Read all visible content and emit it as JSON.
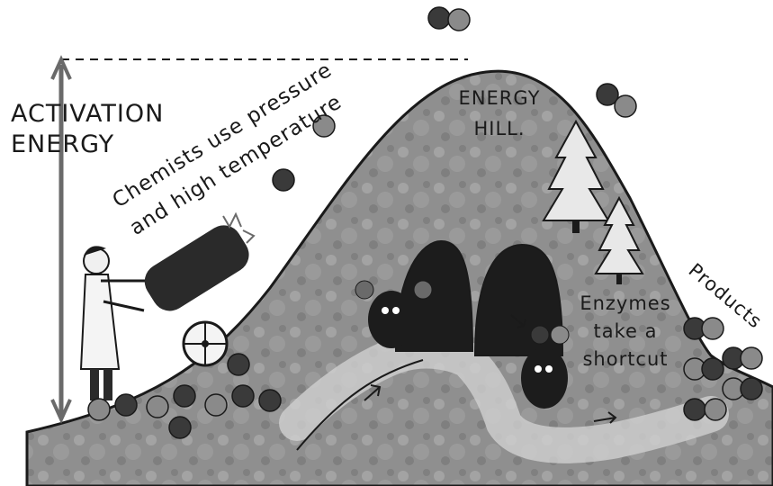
{
  "labels": {
    "activation_line1": "ACTIVATION",
    "activation_line2": "ENERGY",
    "hill_line1": "ENERGY",
    "hill_line2": "HILL.",
    "chemists_line1": "Chemists use pressure",
    "chemists_line2": "and high temperature",
    "enzymes_line1": "Enzymes",
    "enzymes_line2": "take a",
    "enzymes_line3": "shortcut",
    "products": "Products"
  },
  "colors": {
    "ink": "#1a1a1a",
    "hill_fill": "#8e8e8e",
    "hill_light": "#b5b5b5",
    "tunnel": "#1c1c1c",
    "molecule_dark": "#3a3a3a",
    "molecule_light": "#8a8a8a",
    "coat": "#f4f4f4",
    "cannon": "#2a2a2a"
  },
  "icons": [
    "scientist-figure",
    "cannon-icon",
    "tree-icon",
    "enzyme-character",
    "molecule-icon",
    "arrow-icon"
  ]
}
